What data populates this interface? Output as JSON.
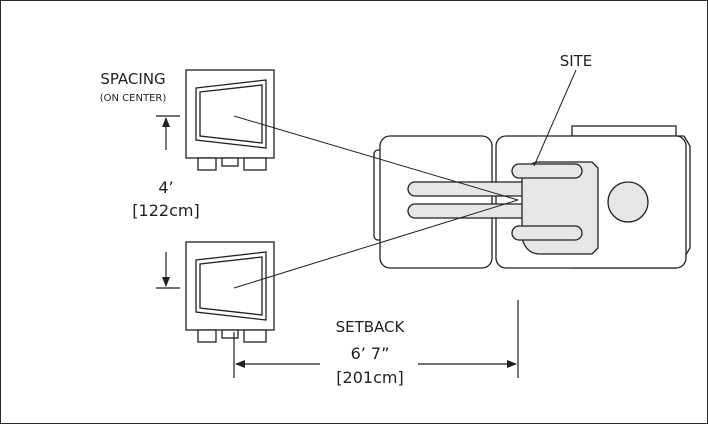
{
  "labels": {
    "spacing": "SPACING",
    "spacing_sub": "(ON CENTER)",
    "spacing_ft": "4’",
    "spacing_cm": "[122cm]",
    "site": "SITE",
    "setback": "SETBACK",
    "setback_ft": "6’ 7”",
    "setback_cm": "[201cm]"
  },
  "colors": {
    "line": "#231f20",
    "body_fill": "#e6e7e8",
    "background": "#ffffff"
  }
}
